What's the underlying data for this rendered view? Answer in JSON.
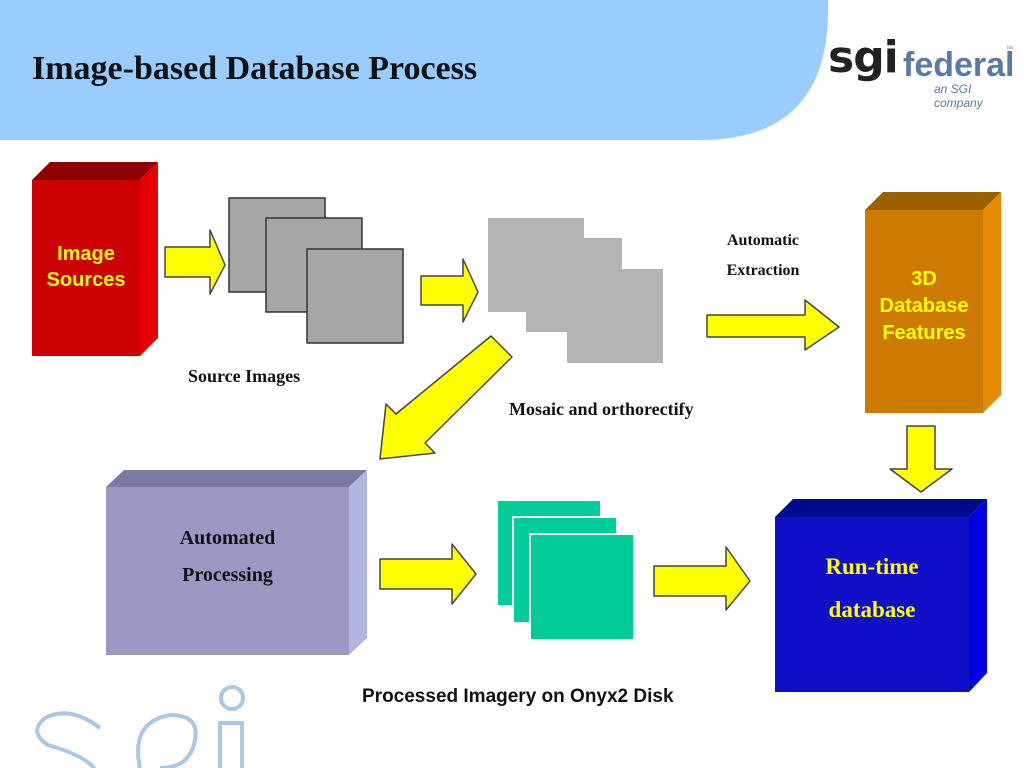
{
  "title": "Image-based Database Process",
  "logo": {
    "brand": "sgi",
    "name": "federal",
    "tagline": "an SGI company",
    "watermark": "sgi"
  },
  "nodes": {
    "image_sources": {
      "line1": "Image",
      "line2": "Sources",
      "color": "#cc0000"
    },
    "database_features": {
      "line1": "3D",
      "line2": "Database",
      "line3": "Features",
      "color": "#cc7a00"
    },
    "automated_processing": {
      "line1": "Automated",
      "line2": "Processing",
      "color": "#9999c4"
    },
    "runtime_database": {
      "line1": "Run-time",
      "line2": "database",
      "color": "#1010c8"
    }
  },
  "labels": {
    "source_images": "Source Images",
    "mosaic": "Mosaic and orthorectify",
    "automatic_extraction_1": "Automatic",
    "automatic_extraction_2": "Extraction",
    "processed_imagery": "Processed Imagery on Onyx2 Disk"
  },
  "colors": {
    "header_band": "#99ccff",
    "arrow": "#ffff00",
    "source_images": "#a6a6a6",
    "mosaic_images": "#b3b3b3",
    "processed_images": "#00cc99"
  }
}
